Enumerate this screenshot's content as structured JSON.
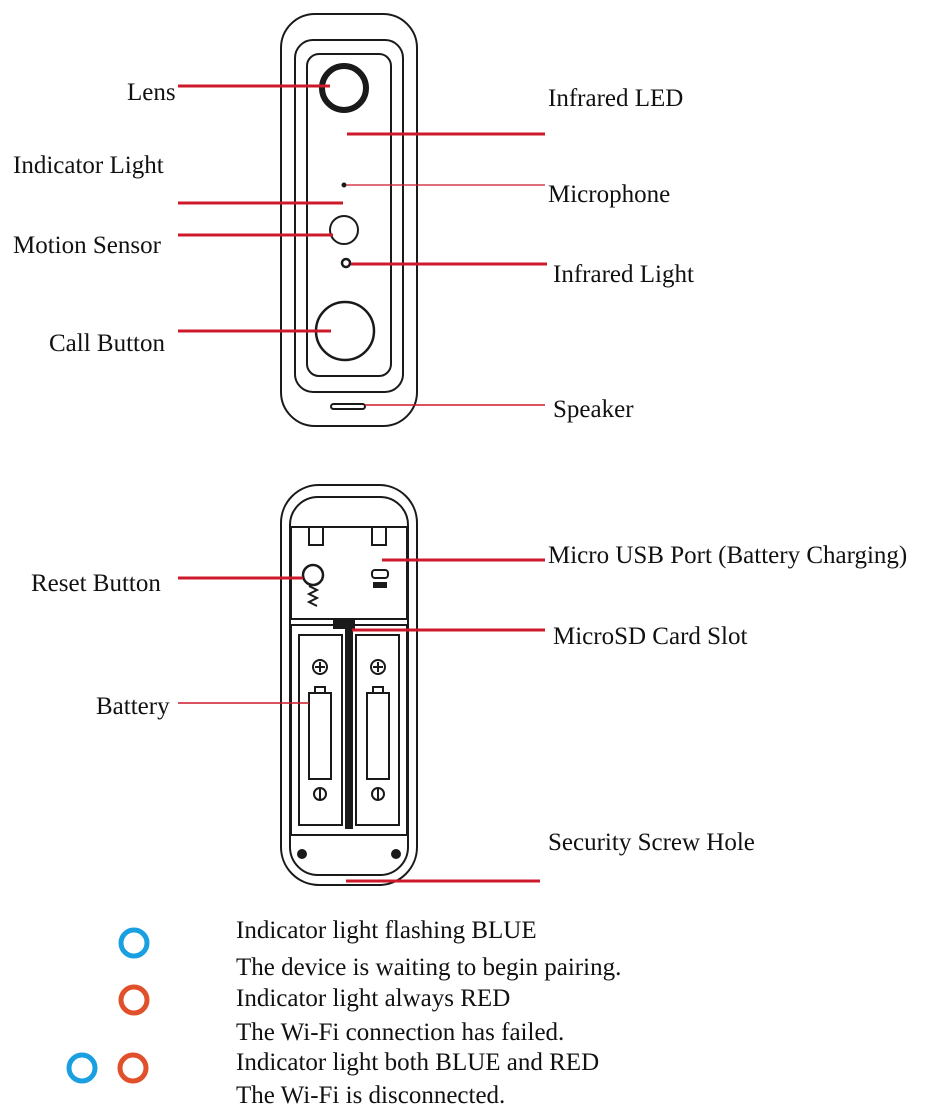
{
  "front_labels": {
    "lens": "Lens",
    "infrared_led": "Infrared LED",
    "indicator_light": "Indicator Light",
    "microphone": "Microphone",
    "motion_sensor": "Motion Sensor",
    "infrared_light": "Infrared Light",
    "call_button": "Call Button",
    "speaker": "Speaker"
  },
  "back_labels": {
    "micro_usb": "Micro USB Port (Battery Charging)",
    "reset_button": "Reset Button",
    "microsd_slot": "MicroSD Card Slot",
    "battery": "Battery",
    "security_screw_hole": "Security Screw Hole"
  },
  "legend": [
    {
      "title": "Indicator light flashing BLUE",
      "desc": "The device is waiting to begin pairing.",
      "icons": [
        "blue"
      ]
    },
    {
      "title": "Indicator light always RED",
      "desc": "The Wi-Fi connection has failed.",
      "icons": [
        "red"
      ]
    },
    {
      "title": "Indicator light both BLUE and RED",
      "desc": "The Wi-Fi is disconnected.",
      "icons": [
        "blue",
        "red"
      ]
    }
  ],
  "colors": {
    "leader_line": "#cc1a2a",
    "outline": "#1a1a1a",
    "blue": "#1aa0e0",
    "red": "#e0502a"
  }
}
